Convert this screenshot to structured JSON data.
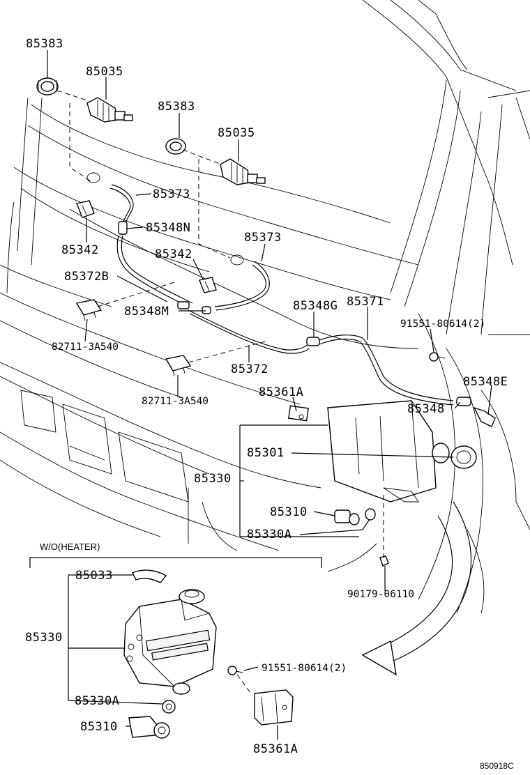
{
  "labels": {
    "l85383a": "85383",
    "l85035a": "85035",
    "l85383b": "85383",
    "l85035b": "85035",
    "l85373a": "85373",
    "l85348N": "85348N",
    "l85342a": "85342",
    "l85373b": "85373",
    "l85342b": "85342",
    "l85372B": "85372B",
    "l85348M": "85348M",
    "l85348G": "85348G",
    "l85371": "85371",
    "l91551a": "91551-80614(2)",
    "l82711a": "82711-3A540",
    "l85372": "85372",
    "l85348E": "85348E",
    "l82711b": "82711-3A540",
    "l85361Aa": "85361A",
    "l85348": "85348",
    "l85301": "85301",
    "l85330a": "85330",
    "l85310a": "85310",
    "l85330Aa": "85330A",
    "l90179": "90179-06110",
    "l85033": "85033",
    "l85330b": "85330",
    "l91551b": "91551-80614(2)",
    "l85330Ab": "85330A",
    "l85310b": "85310",
    "l85361Ab": "85361A"
  },
  "section_title": "W/O(HEATER)",
  "diagram_code": "850918C"
}
